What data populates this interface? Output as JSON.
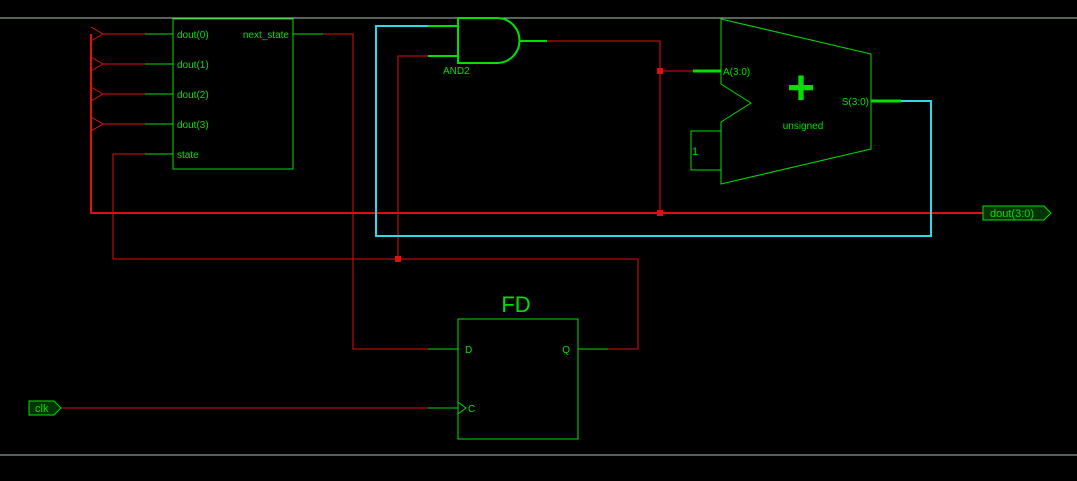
{
  "colors": {
    "background": "#000000",
    "component": "#00e000",
    "net_red": "#e01010",
    "net_cyan": "#30d8e8",
    "border": "#b0c4b0",
    "port_fill": "#003300"
  },
  "logic_block": {
    "inputs": [
      "dout(0)",
      "dout(1)",
      "dout(2)",
      "dout(3)",
      "state"
    ],
    "output": "next_state"
  },
  "and_gate": {
    "label": "AND2"
  },
  "adder": {
    "input_a": "A(3:0)",
    "output_s": "S(3:0)",
    "symbol": "+",
    "mode": "unsigned",
    "const_value": "1"
  },
  "flip_flop": {
    "title": "FD",
    "pin_d": "D",
    "pin_q": "Q",
    "pin_c": "C"
  },
  "ports": {
    "output_bus": "dout(3:0)",
    "clock_input": "clk"
  }
}
